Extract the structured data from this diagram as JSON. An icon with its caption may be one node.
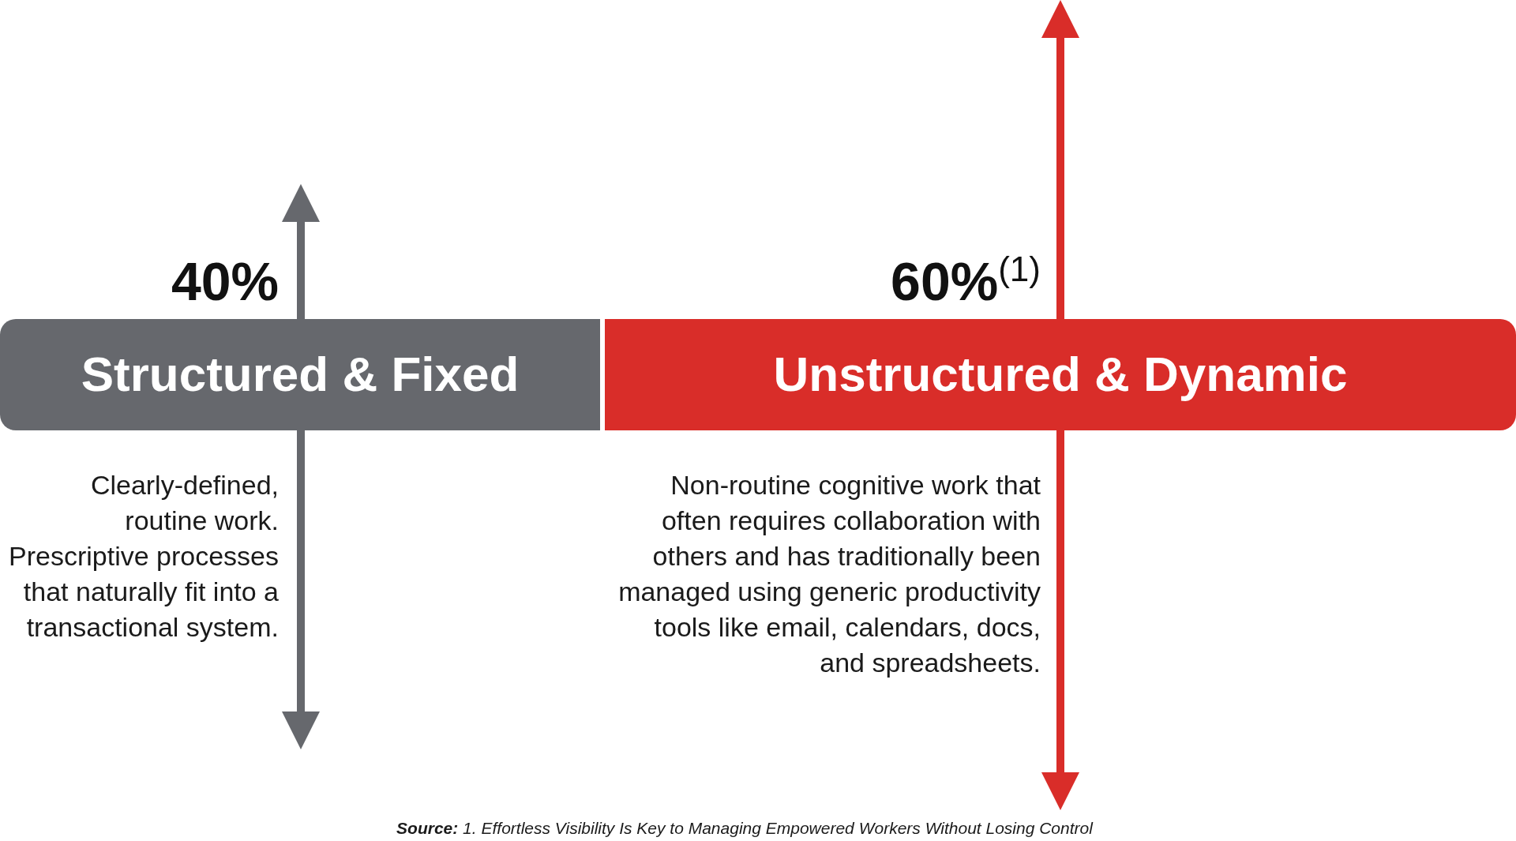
{
  "diagram": {
    "caption": "**Source:** 1. Effortless Visibility Is Key to Managing Empowered Workers Without Losing Control",
    "nodes": [
      {
        "text": [
          "Structured & Fixed"
        ],
        "beside": [
          "40%",
          "Clearly-defined, routine work. Prescriptive processes that naturally fit into a transactional system."
        ]
      },
      {
        "text": [
          "Unstructured & Dynamic"
        ],
        "beside": [
          "60%$^{(1)}$",
          "Non-routine cognitive work that often requires collaboration with others and has traditionally been managed using generic productivity tools like email, calendars, docs, and spreadsheets."
        ]
      }
    ]
  }
}
